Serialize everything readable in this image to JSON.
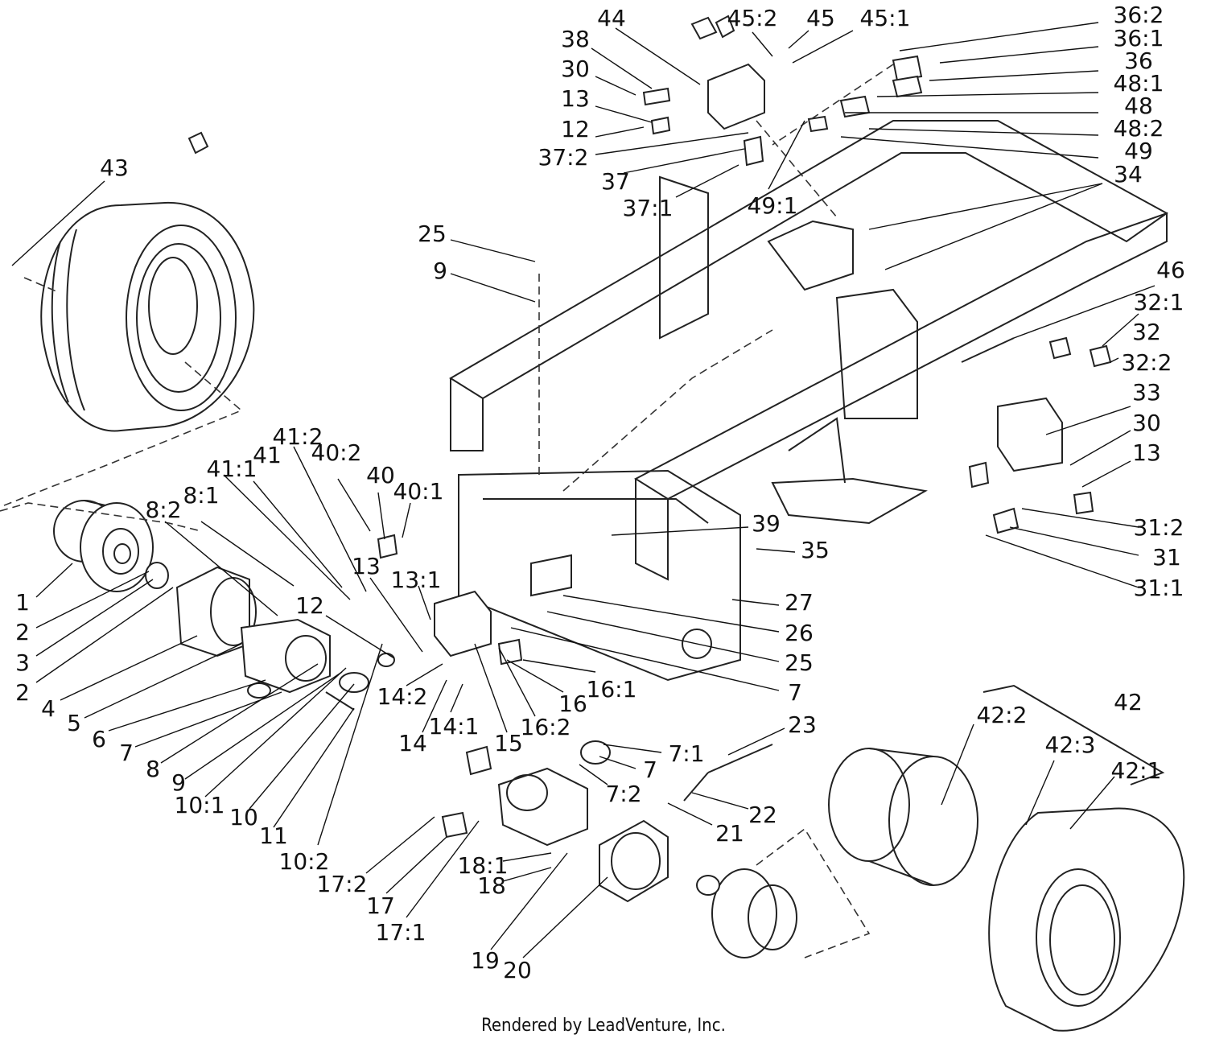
{
  "callouts": [
    {
      "label": "43"
    },
    {
      "label": "44"
    },
    {
      "label": "45:2"
    },
    {
      "label": "45"
    },
    {
      "label": "45:1"
    },
    {
      "label": "38"
    },
    {
      "label": "30"
    },
    {
      "label": "13"
    },
    {
      "label": "12"
    },
    {
      "label": "37:2"
    },
    {
      "label": "37"
    },
    {
      "label": "37:1"
    },
    {
      "label": "49:1"
    },
    {
      "label": "36:2"
    },
    {
      "label": "36:1"
    },
    {
      "label": "36"
    },
    {
      "label": "48:1"
    },
    {
      "label": "48"
    },
    {
      "label": "48:2"
    },
    {
      "label": "49"
    },
    {
      "label": "34"
    },
    {
      "label": "25"
    },
    {
      "label": "9"
    },
    {
      "label": "46"
    },
    {
      "label": "32:1"
    },
    {
      "label": "32"
    },
    {
      "label": "32:2"
    },
    {
      "label": "33"
    },
    {
      "label": "30"
    },
    {
      "label": "13"
    },
    {
      "label": "31:2"
    },
    {
      "label": "31"
    },
    {
      "label": "31:1"
    },
    {
      "label": "39"
    },
    {
      "label": "35"
    },
    {
      "label": "27"
    },
    {
      "label": "26"
    },
    {
      "label": "25"
    },
    {
      "label": "7"
    },
    {
      "label": "41:2"
    },
    {
      "label": "41:1"
    },
    {
      "label": "41"
    },
    {
      "label": "40:2"
    },
    {
      "label": "40"
    },
    {
      "label": "40:1"
    },
    {
      "label": "8:2"
    },
    {
      "label": "8:1"
    },
    {
      "label": "13"
    },
    {
      "label": "13:1"
    },
    {
      "label": "12"
    },
    {
      "label": "1"
    },
    {
      "label": "2"
    },
    {
      "label": "3"
    },
    {
      "label": "2"
    },
    {
      "label": "4"
    },
    {
      "label": "5"
    },
    {
      "label": "6"
    },
    {
      "label": "7"
    },
    {
      "label": "8"
    },
    {
      "label": "9"
    },
    {
      "label": "10:1"
    },
    {
      "label": "10"
    },
    {
      "label": "11"
    },
    {
      "label": "10:2"
    },
    {
      "label": "14:2"
    },
    {
      "label": "14"
    },
    {
      "label": "14:1"
    },
    {
      "label": "15"
    },
    {
      "label": "16:2"
    },
    {
      "label": "16"
    },
    {
      "label": "16:1"
    },
    {
      "label": "23"
    },
    {
      "label": "7:1"
    },
    {
      "label": "7"
    },
    {
      "label": "7:2"
    },
    {
      "label": "22"
    },
    {
      "label": "21"
    },
    {
      "label": "42"
    },
    {
      "label": "42:2"
    },
    {
      "label": "42:3"
    },
    {
      "label": "42:1"
    },
    {
      "label": "17:2"
    },
    {
      "label": "17"
    },
    {
      "label": "17:1"
    },
    {
      "label": "18:1"
    },
    {
      "label": "18"
    },
    {
      "label": "19"
    },
    {
      "label": "20"
    }
  ],
  "footer": {
    "text": "Rendered by LeadVenture, Inc."
  }
}
